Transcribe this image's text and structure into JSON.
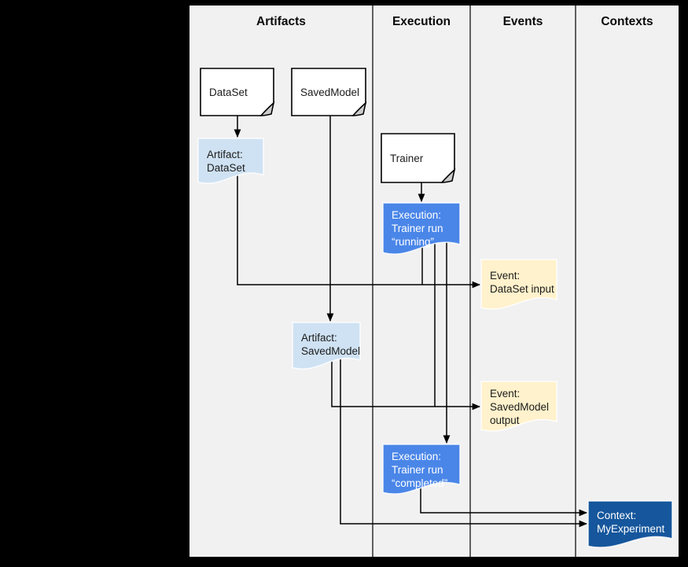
{
  "columns": {
    "artifacts": "Artifacts",
    "execution": "Execution",
    "events": "Events",
    "contexts": "Contexts"
  },
  "nodes": {
    "dataset": "DataSet",
    "savedmodel": "SavedModel",
    "trainer": "Trainer",
    "artifact_dataset": "Artifact:\nDataSet",
    "execution_running": "Execution:\nTrainer run\n“running”",
    "event_dataset_input": "Event:\nDataSet input",
    "artifact_savedmodel": "Artifact:\nSavedModel",
    "event_savedmodel_output": "Event:\nSavedModel\noutput",
    "execution_completed": "Execution:\nTrainer run\n“completed”",
    "context_myexperiment": "Context:\nMyExperiment"
  },
  "colors": {
    "canvas": "#000000",
    "board": "#f1f1f2",
    "plain_node_fill": "#ffffff",
    "fold_fill": "#cccccc",
    "artifact_fill": "#cfe2f3",
    "execution_fill": "#4a86e8",
    "event_fill": "#fff2cc",
    "context_fill": "#15569c"
  }
}
